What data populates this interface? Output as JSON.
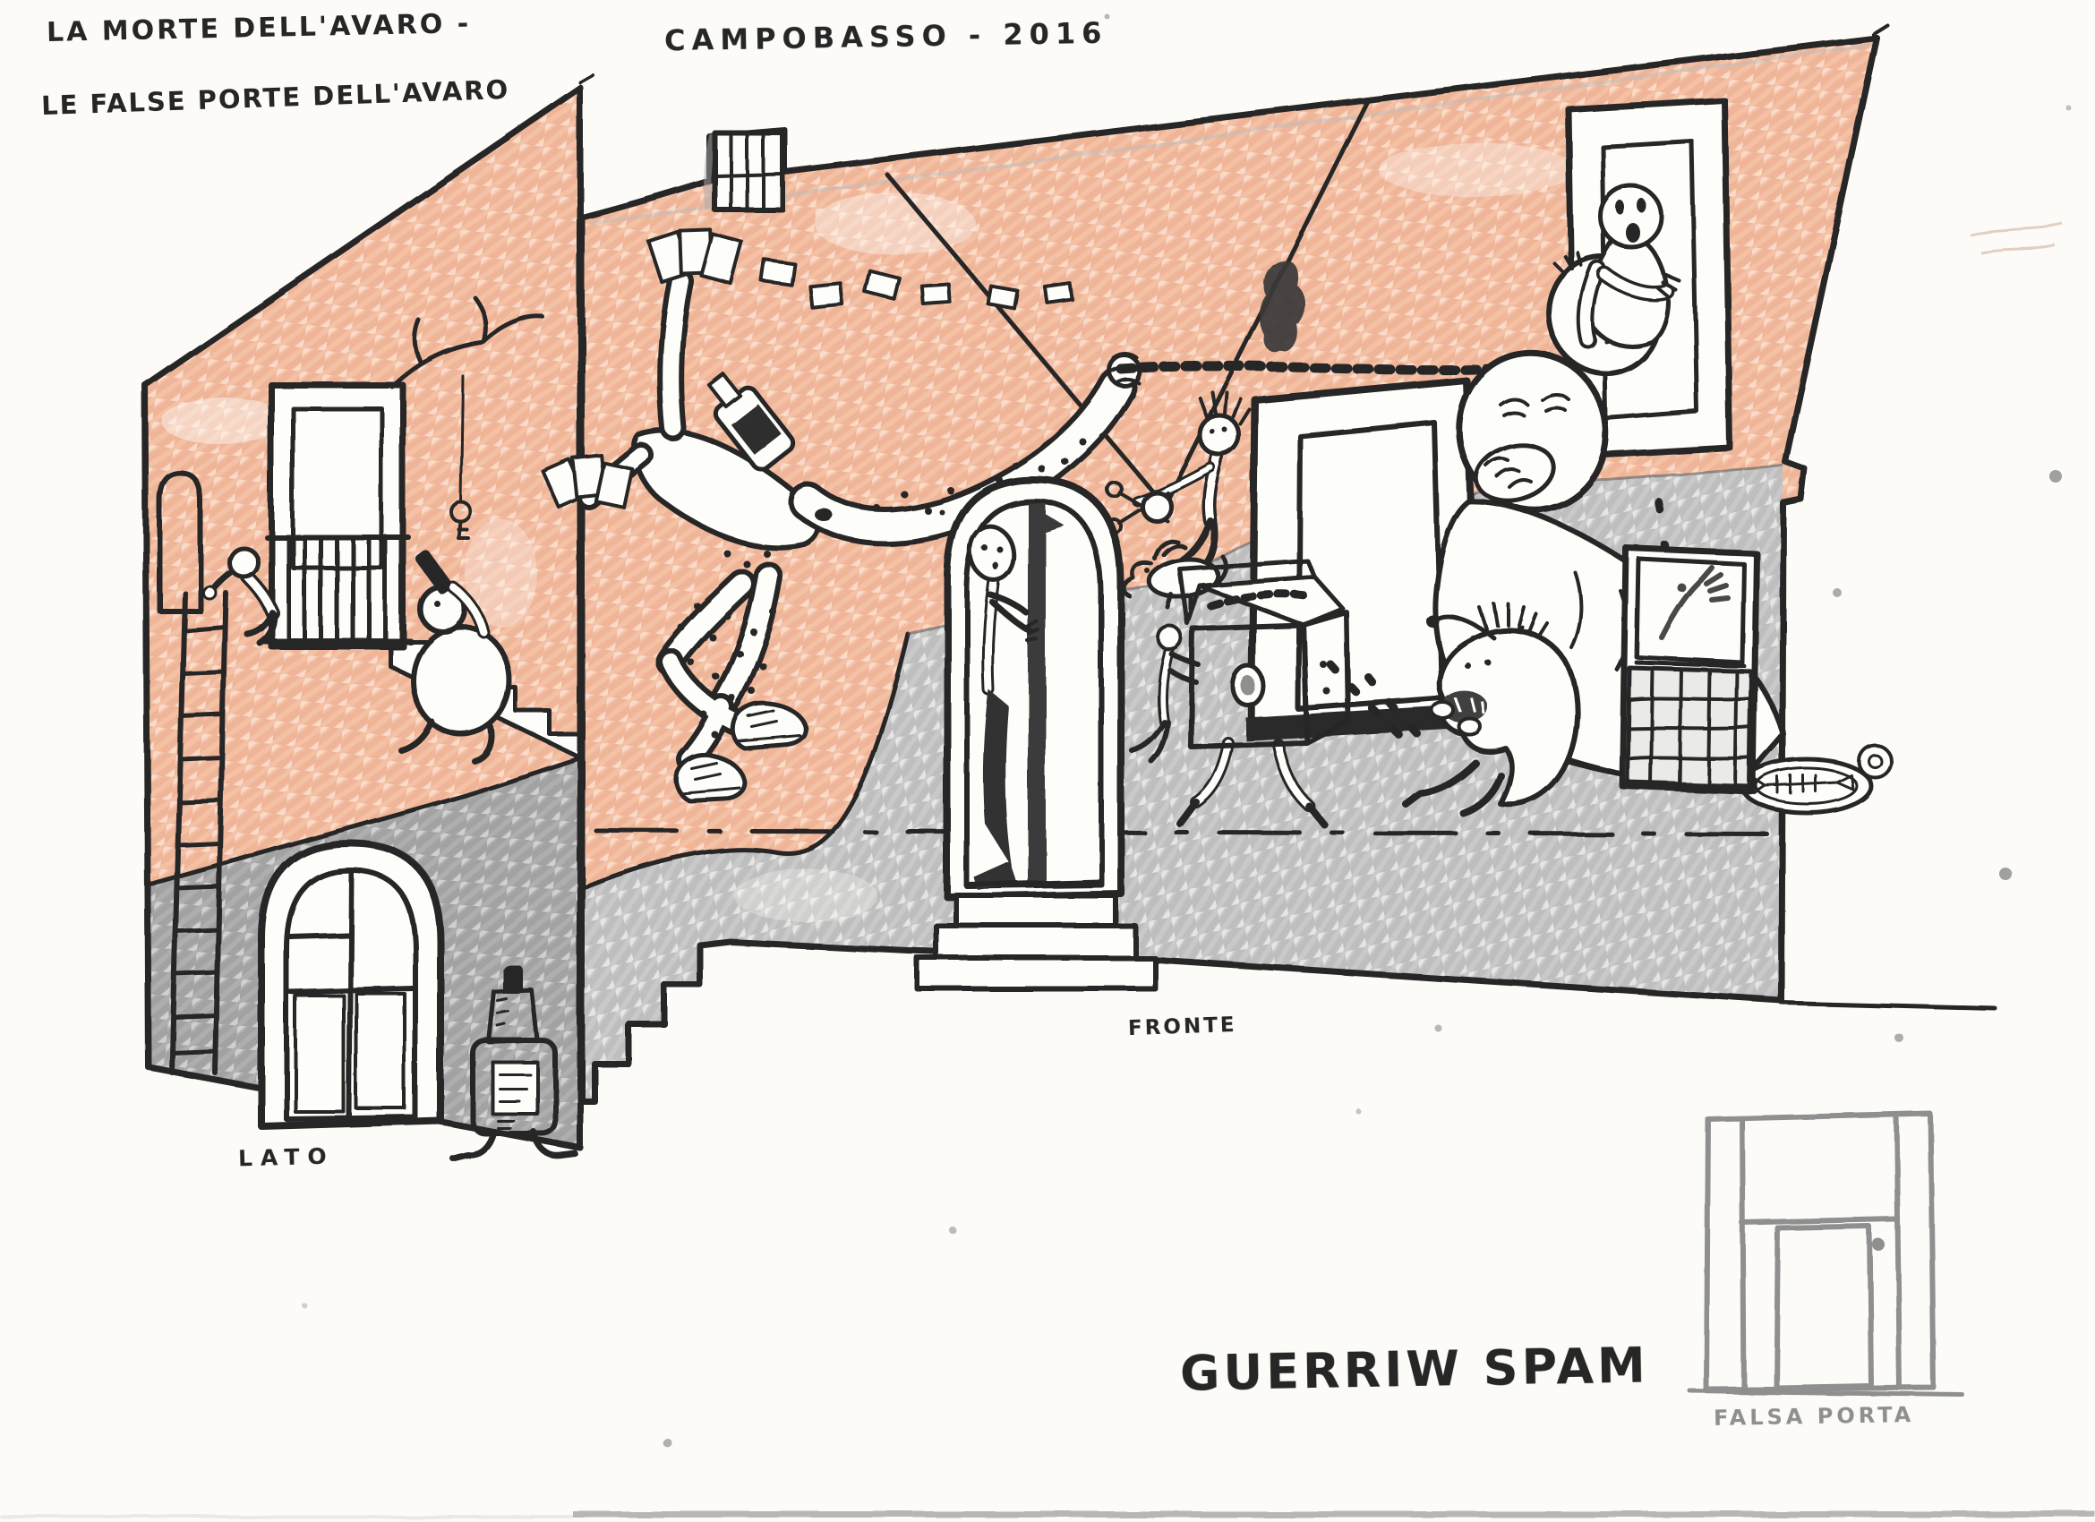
{
  "page": {
    "title_line1": "LA MORTE DELL'AVARO -",
    "title_line2": "LE FALSE PORTE DELL'AVARO",
    "location_year": "CAMPOBASSO - 2016",
    "label_lato": "LATO",
    "label_fronte": "FRONTE",
    "signature": "GUERRIW SPAM",
    "label_falsa_porta": "FALSA PORTA"
  },
  "colors": {
    "paper": "#fcfbf8",
    "ink": "#262626",
    "salmon": "#f4c1a5",
    "gray": "#c9c9c9",
    "gray_dark": "#aeaeae",
    "green": "#b2d67f",
    "orange": "#dc9166",
    "pencil": "#8f8f8f"
  }
}
